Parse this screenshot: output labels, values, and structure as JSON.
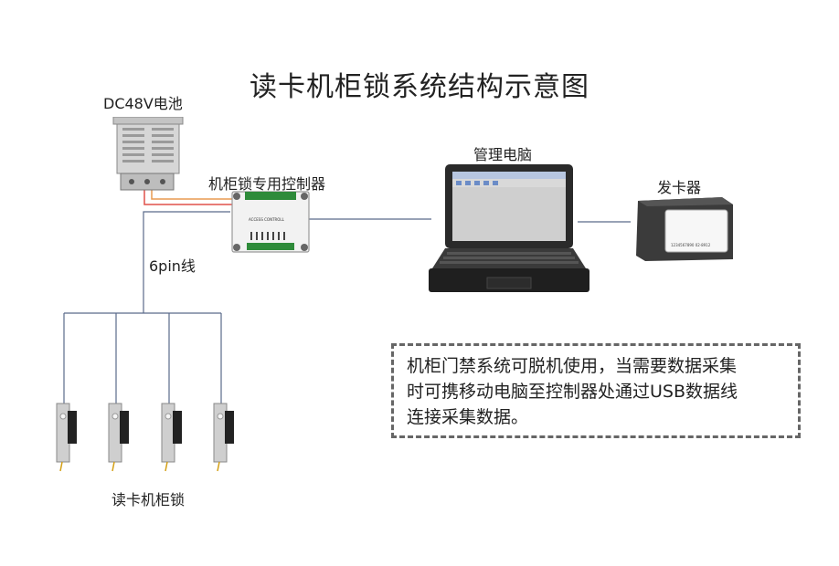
{
  "diagram": {
    "title": "读卡机柜锁系统结构示意图",
    "battery_label": "DC48V电池",
    "controller_label": "机柜锁专用控制器",
    "controller_board_text": "ACCESS CONTROLL",
    "computer_label": "管理电脑",
    "card_issuer_label": "发卡器",
    "card_text": "1234567890 02·8912",
    "cable_label": "6pin线",
    "locks_label": "读卡机柜锁",
    "note_lines": [
      "机柜门禁系统可脱机使用，当需要数据采集",
      "时可携移动电脑至控制器处通过USB数据线",
      "连接采集数据。"
    ]
  },
  "colors": {
    "wire": "#5a6a8a",
    "power_wire_red": "#e0504a",
    "power_wire_orange": "#e89a50",
    "controller_green": "#2e8b3a",
    "note_border": "#666666"
  }
}
